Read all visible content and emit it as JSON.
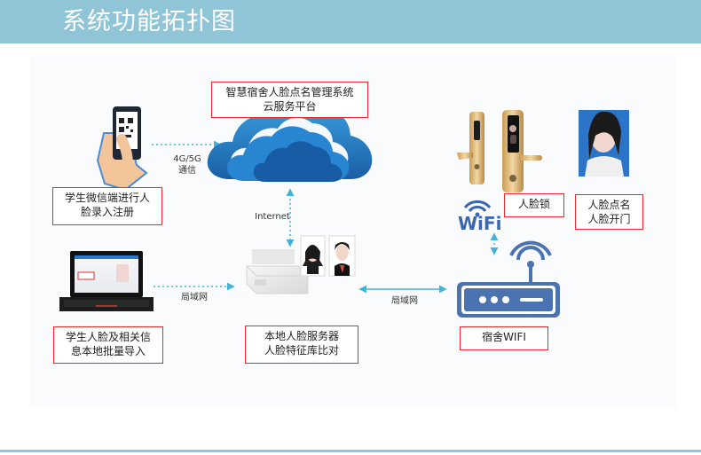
{
  "header": {
    "title": "系统功能拓扑图"
  },
  "nodes": {
    "cloud_label": "智慧宿舍人脸点名管理系统\n云服务平台",
    "phone_label": "学生微信端进行人\n脸录入注册",
    "laptop_label": "学生人脸及相关信\n息本地批量导入",
    "server_label": "本地人脸服务器\n人脸特征库比对",
    "router_label": "宿舍WIFI",
    "lock_label": "人脸锁",
    "callout_label": "人脸点名\n人脸开门"
  },
  "connections": {
    "phone_to_cloud": "4G/5G\n通信",
    "cloud_to_server": "Internet",
    "laptop_to_server": "局域网",
    "server_to_router": "局域网"
  },
  "wifi_text": "WiFi",
  "colors": {
    "header_bg": "#8fc5d6",
    "label_border": "#e32d2d",
    "arrow": "#41b4d6",
    "cloud_dark": "#1f6fb8",
    "cloud_light": "#2f90d6",
    "router": "#4b73b0",
    "wifi": "#3b67b1",
    "lock_gold": "#d9b77c"
  }
}
